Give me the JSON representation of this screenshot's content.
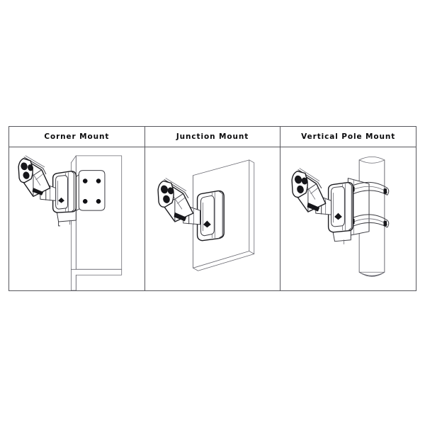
{
  "page": {
    "background_color": "#ffffff",
    "line_color": "#3a3a40",
    "accent_dark": "#16161a"
  },
  "table": {
    "columns": [
      {
        "id": "corner-mount",
        "header": "Corner Mount",
        "illustration": "bullet-camera-on-corner-wall-bracket-with-four-hole-mounting-plate"
      },
      {
        "id": "junction-mount",
        "header": "Junction Mount",
        "illustration": "bullet-camera-on-flat-wall-panel-junction-box"
      },
      {
        "id": "vertical-pole-mount",
        "header": "Vertical Pole Mount",
        "illustration": "bullet-camera-on-vertical-cylindrical-pole-with-two-strap-bands"
      }
    ]
  },
  "camera": {
    "front_face_elements": 3,
    "parts": [
      "lens-face",
      "ir-illuminators",
      "sunshade-body",
      "adjustment-neck",
      "junction-box"
    ]
  },
  "corner_mount_plate": {
    "screw_holes": 4
  },
  "pole_mount": {
    "strap_bands": 2
  }
}
